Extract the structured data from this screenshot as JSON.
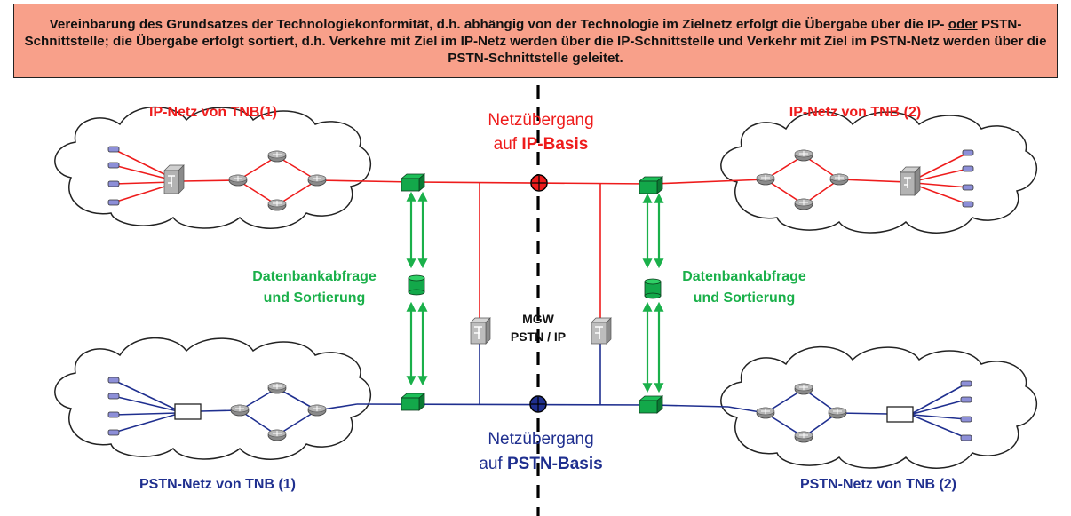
{
  "banner": {
    "part1": "Vereinbarung des Grundsatzes der Technologiekonformität, d.h. abhängig von der Technologie im Zielnetz erfolgt die Übergabe über die IP-",
    "underlined": "oder",
    "part2": "PSTN-Schnittstelle; die Übergabe erfolgt sortiert, d.h. Verkehre mit Ziel im IP-Netz werden über die IP-Schnittstelle und Verkehr mit Ziel im PSTN-Netz werden über die PSTN-Schnittstelle geleitet."
  },
  "labels": {
    "ip_net_1": "IP-Netz von TNB(1)",
    "ip_net_2": "IP-Netz von TNB (2)",
    "pstn_net_1": "PSTN-Netz von TNB (1)",
    "pstn_net_2": "PSTN-Netz von TNB (2)",
    "ip_transition_line1": "Netzübergang",
    "ip_transition_line2_prefix": "auf ",
    "ip_transition_line2_bold": "IP-Basis",
    "pstn_transition_line1": "Netzübergang",
    "pstn_transition_line2_prefix": "auf ",
    "pstn_transition_line2_bold": "PSTN-Basis",
    "db_left_line1": "Datenbankabfrage",
    "db_left_line2": "und Sortierung",
    "db_right_line1": "Datenbankabfrage",
    "db_right_line2": "und Sortierung",
    "mgw_line1": "MGW",
    "mgw_line2": "PSTN / IP"
  },
  "colors": {
    "banner_bg": "#f8a08a",
    "ip": "#ee1c1c",
    "pstn": "#1f2f8f",
    "db": "#1ab04a",
    "node_green": "#0f8a3a"
  }
}
